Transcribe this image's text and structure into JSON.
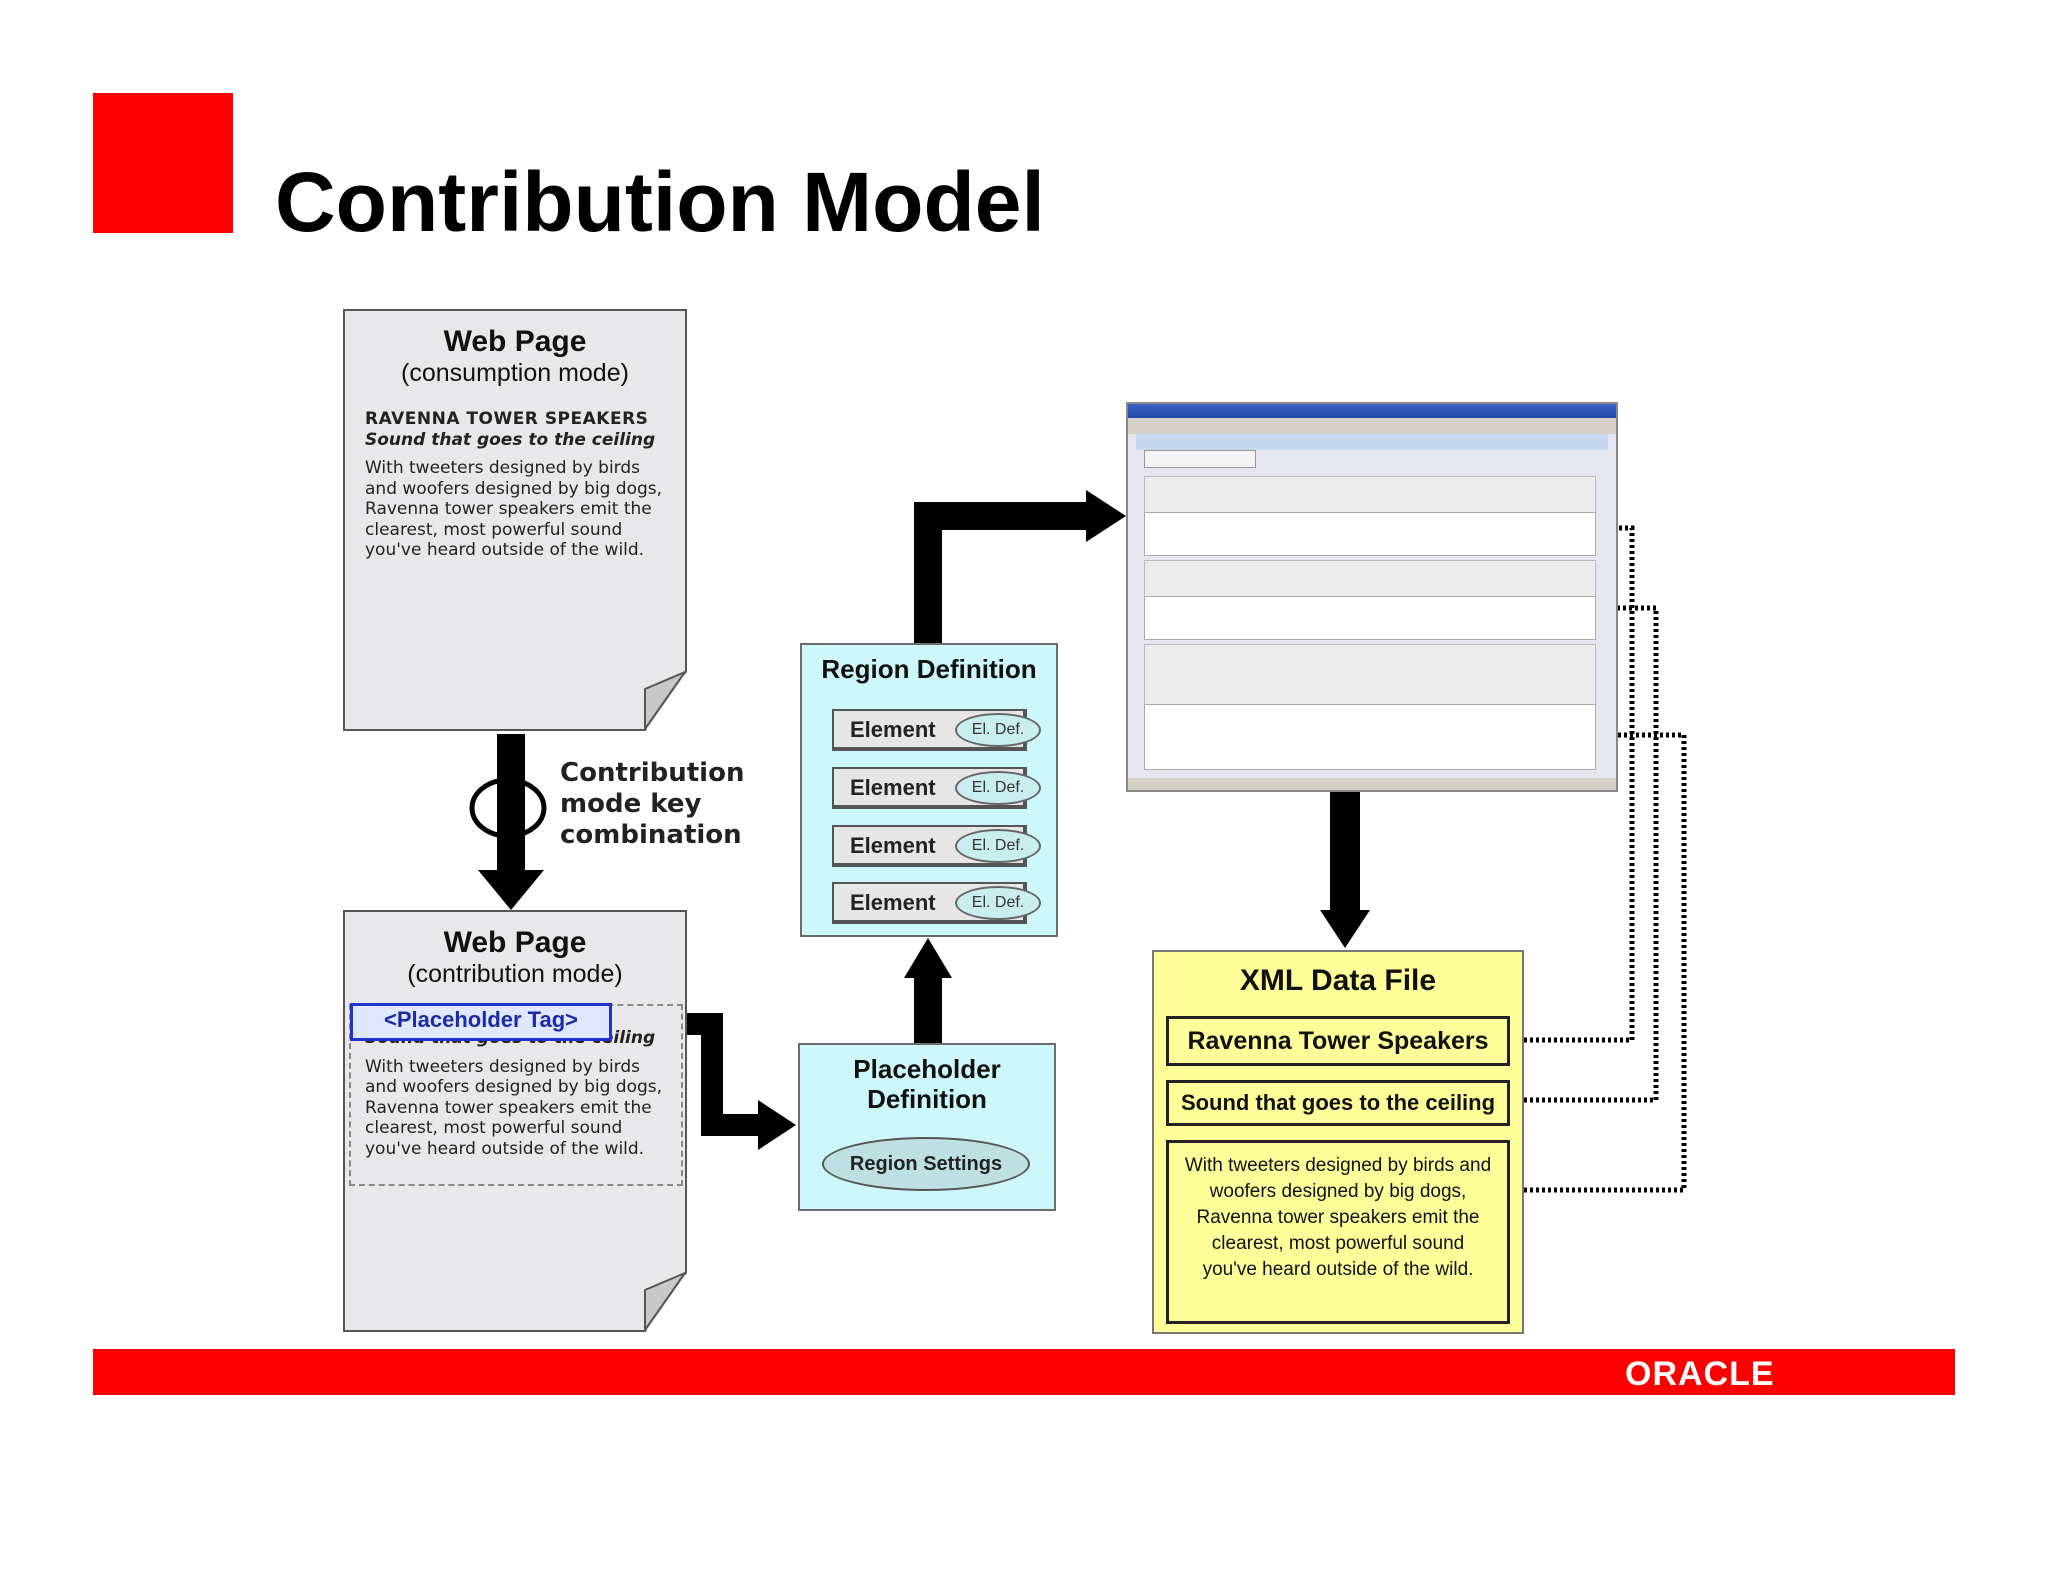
{
  "slide": {
    "title": "Contribution Model",
    "logo_text": "ORACLE"
  },
  "consumption_page": {
    "title": "Web Page",
    "subtitle": "(consumption mode)",
    "product_name": "RAVENNA TOWER SPEAKERS",
    "tagline": "Sound that goes to the ceiling",
    "body": "With tweeters designed by birds\nand woofers designed by big dogs,\nRavenna tower speakers emit the\nclearest, most powerful sound\nyou've heard outside of the wild."
  },
  "transition": {
    "label": "Contribution\nmode key\ncombination"
  },
  "contribution_page": {
    "title": "Web Page",
    "subtitle": "(contribution mode)",
    "placeholder_tag": "<Placeholder Tag>",
    "tagline": "Sound that goes to the ceiling",
    "body": "With tweeters designed by birds\nand woofers designed by big dogs,\nRavenna tower speakers emit the\nclearest, most powerful sound\nyou've heard outside of the wild."
  },
  "region_definition": {
    "title": "Region Definition",
    "elements": [
      {
        "label": "Element",
        "def": "El. Def."
      },
      {
        "label": "Element",
        "def": "El. Def."
      },
      {
        "label": "Element",
        "def": "El. Def."
      },
      {
        "label": "Element",
        "def": "El. Def."
      }
    ]
  },
  "placeholder_definition": {
    "title": "Placeholder\nDefinition",
    "settings": "Region Settings"
  },
  "xml_data_file": {
    "title": "XML Data File",
    "items": [
      "Ravenna Tower Speakers",
      "Sound that goes to the ceiling",
      "With tweeters designed by birds and woofers designed by big dogs, Ravenna tower speakers emit the clearest, most powerful sound you've heard outside of the wild."
    ]
  },
  "colors": {
    "accent_red": "#ff0000",
    "cyan_box": "#ccf7fb",
    "yellow_box": "#ffff99",
    "placeholder_blue": "#2233cc"
  }
}
